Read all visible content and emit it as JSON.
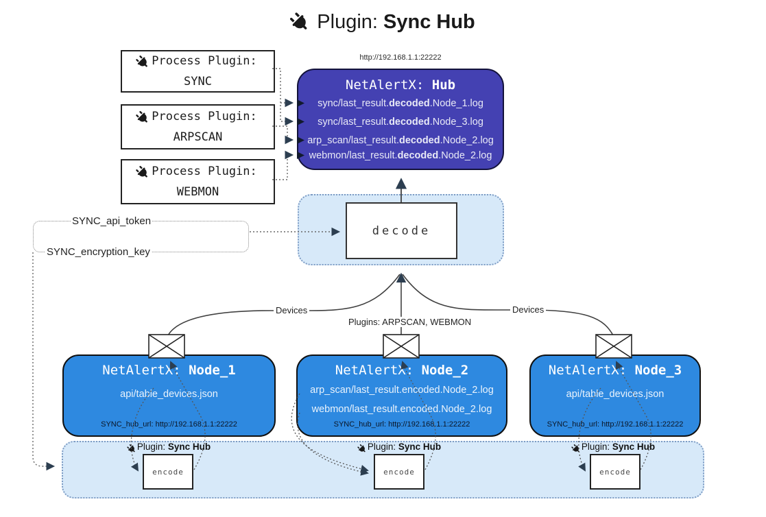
{
  "title": {
    "prefix": "Plugin: ",
    "bold": "Sync Hub"
  },
  "process_plugins": [
    {
      "label": "Process Plugin:",
      "name": "SYNC"
    },
    {
      "label": "Process Plugin:",
      "name": "ARPSCAN"
    },
    {
      "label": "Process Plugin:",
      "name": "WEBMON"
    }
  ],
  "hub": {
    "url": "http://192.168.1.1:22222",
    "title_prefix": "NetAlertX: ",
    "title_bold": "Hub",
    "lines": [
      {
        "pre": "sync/last_result.",
        "bold": "decoded",
        "post": ".Node_1.log"
      },
      {
        "pre": "sync/last_result.",
        "bold": "decoded",
        "post": ".Node_3.log"
      },
      {
        "pre": "arp_scan/last_result.",
        "bold": "decoded",
        "post": ".Node_2.log"
      },
      {
        "pre": "webmon/last_result.",
        "bold": "decoded",
        "post": ".Node_2.log"
      }
    ]
  },
  "decode": {
    "label": "decode"
  },
  "keys": {
    "api_token": "SYNC_api_token",
    "encryption_key": "SYNC_encryption_key"
  },
  "edges": {
    "devices_left": "Devices",
    "plugins_center": "Plugins: ARPSCAN, WEBMON",
    "devices_right": "Devices"
  },
  "nodes": [
    {
      "title_prefix": "NetAlertX: ",
      "title_bold": "Node_1",
      "lines": [
        "api/table_devices.json"
      ],
      "hub_url": "SYNC_hub_url: http://192.168.1.1:22222"
    },
    {
      "title_prefix": "NetAlertX: ",
      "title_bold": "Node_2",
      "lines": [
        "arp_scan/last_result.encoded.Node_2.log",
        "webmon/last_result.encoded.Node_2.log"
      ],
      "hub_url": "SYNC_hub_url: http://192.168.1.1:22222"
    },
    {
      "title_prefix": "NetAlertX: ",
      "title_bold": "Node_3",
      "lines": [
        "api/table_devices.json"
      ],
      "hub_url": "SYNC_hub_url: http://192.168.1.1:22222"
    }
  ],
  "encoders": [
    {
      "plugin_prefix": "Plugin: ",
      "plugin_bold": "Sync Hub",
      "label": "encode"
    },
    {
      "plugin_prefix": "Plugin: ",
      "plugin_bold": "Sync Hub",
      "label": "encode"
    },
    {
      "plugin_prefix": "Plugin: ",
      "plugin_bold": "Sync Hub",
      "label": "encode"
    }
  ],
  "colors": {
    "hub_fill": "#4441b2",
    "node_fill": "#2e89e0",
    "container_fill": "#d7e9f9",
    "container_border": "#7e9cc4",
    "arrow": "#2c3e50"
  }
}
